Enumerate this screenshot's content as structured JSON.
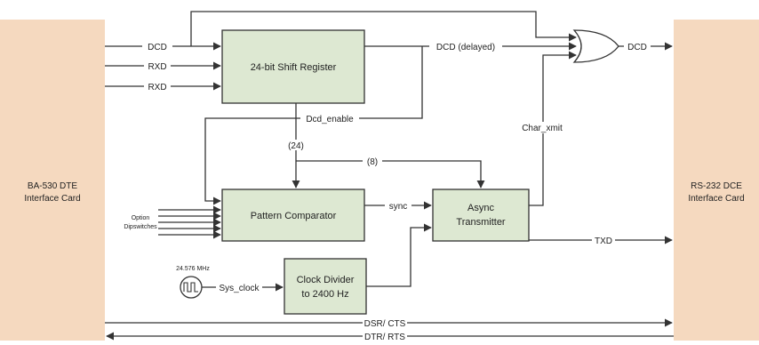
{
  "cards": {
    "left_line1": "BA-530 DTE",
    "left_line2": "Interface Card",
    "right_line1": "RS-232 DCE",
    "right_line2": "Interface Card"
  },
  "blocks": {
    "shift_register": "24-bit Shift Register",
    "pattern_comparator": "Pattern Comparator",
    "async_line1": "Async",
    "async_line2": "Transmitter",
    "clock_line1": "Clock Divider",
    "clock_line2": "to 2400 Hz"
  },
  "signals": {
    "dcd_in": "DCD",
    "rxd_1": "RXD",
    "rxd_2": "RXD",
    "dcd_delayed": "DCD (delayed)",
    "dcd_out": "DCD",
    "dcd_enable": "Dcd_enable",
    "char_xmit": "Char_xmit",
    "bus_24": "(24)",
    "bus_8": "(8)",
    "sync": "sync",
    "txd": "TXD",
    "option_line1": "Option",
    "option_line2": "Dipswitches",
    "freq": "24.576 MHz",
    "sys_clock": "Sys_clock",
    "dsr_cts": "DSR/ CTS",
    "dtr_rts": "DTR/ RTS"
  }
}
